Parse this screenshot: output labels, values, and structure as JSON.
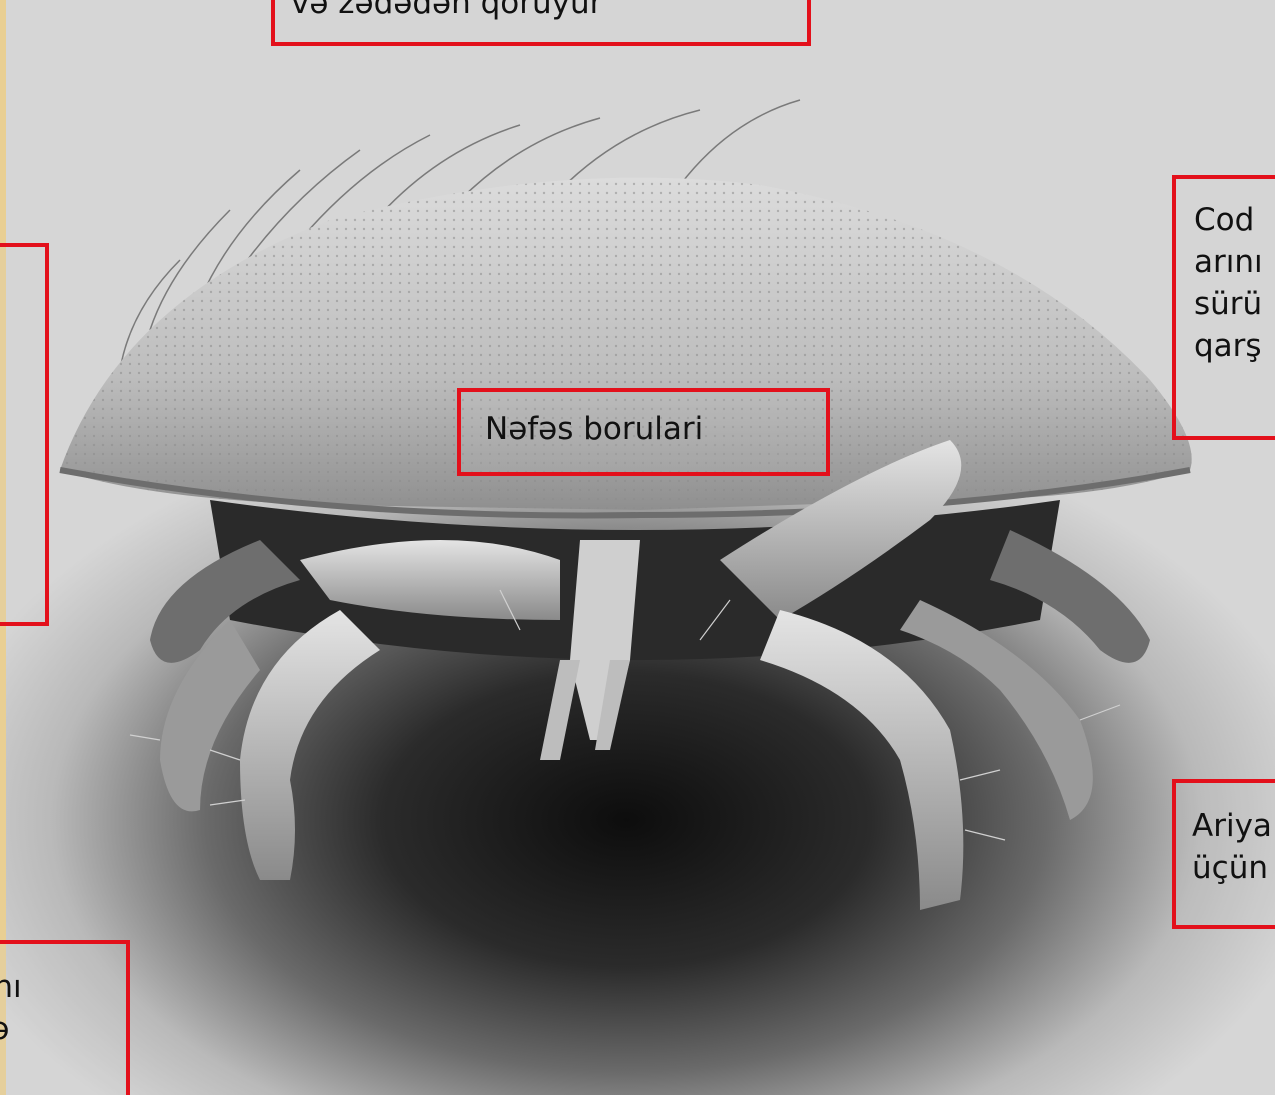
{
  "labels": {
    "top": "və zədədən qoruyur",
    "center": "Nəfəs borulari",
    "right_top": [
      "Cod",
      "arını",
      "sürü",
      "qarş"
    ],
    "right_bottom": [
      "Ariya",
      "üçün"
    ],
    "left_bottom": [
      "rını",
      "və"
    ]
  },
  "colors": {
    "frame": "#e9cf93",
    "box_border": "#e3101b",
    "text": "#111111"
  }
}
